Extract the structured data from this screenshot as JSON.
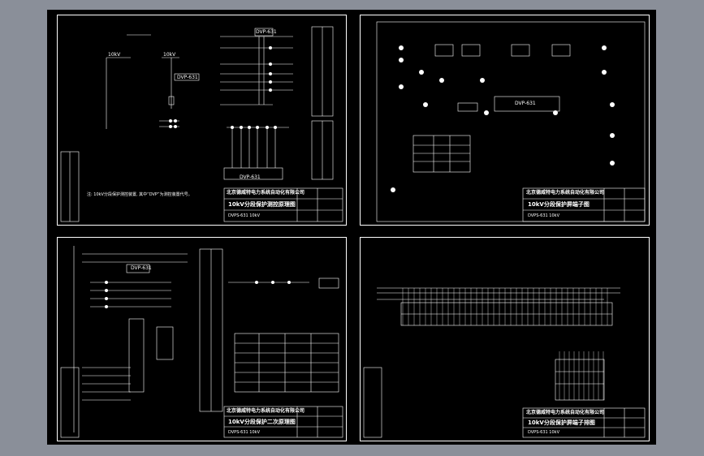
{
  "canvas": {
    "background": "#000000",
    "frame_background": "#8a8f99",
    "line_color": "#ffffff"
  },
  "sheets": [
    {
      "id": "sheet-1",
      "labels": {
        "bus_left": "10kV",
        "bus_right": "10kV",
        "relay_top": "DVP-631",
        "relay_mid": "DVP-631",
        "terminal": "DVP-631",
        "note": "注: 10kV分段保护测控装置, 其中“DVP”为测控装置代号。"
      },
      "title_block": {
        "company": "北京德威特电力系统自动化有限公司",
        "drawing_title": "10kV分段保护测控原理图",
        "drawing_no": "DVPS-631 10kV"
      }
    },
    {
      "id": "sheet-2",
      "labels": {
        "relay": "DVP-631"
      },
      "title_block": {
        "company": "北京德威特电力系统自动化有限公司",
        "drawing_title": "10kV分段保护屏端子图",
        "drawing_no": "DVPS-631 10kV"
      }
    },
    {
      "id": "sheet-3",
      "labels": {
        "relay": "DVP-631"
      },
      "title_block": {
        "company": "北京德威特电力系统自动化有限公司",
        "drawing_title": "10kV分段保护二次原理图",
        "drawing_no": "DVPS-631 10kV"
      }
    },
    {
      "id": "sheet-4",
      "labels": {},
      "title_block": {
        "company": "北京德威特电力系统自动化有限公司",
        "drawing_title": "10kV分段保护屏端子排图",
        "drawing_no": "DVPS-631 10kV"
      }
    }
  ]
}
